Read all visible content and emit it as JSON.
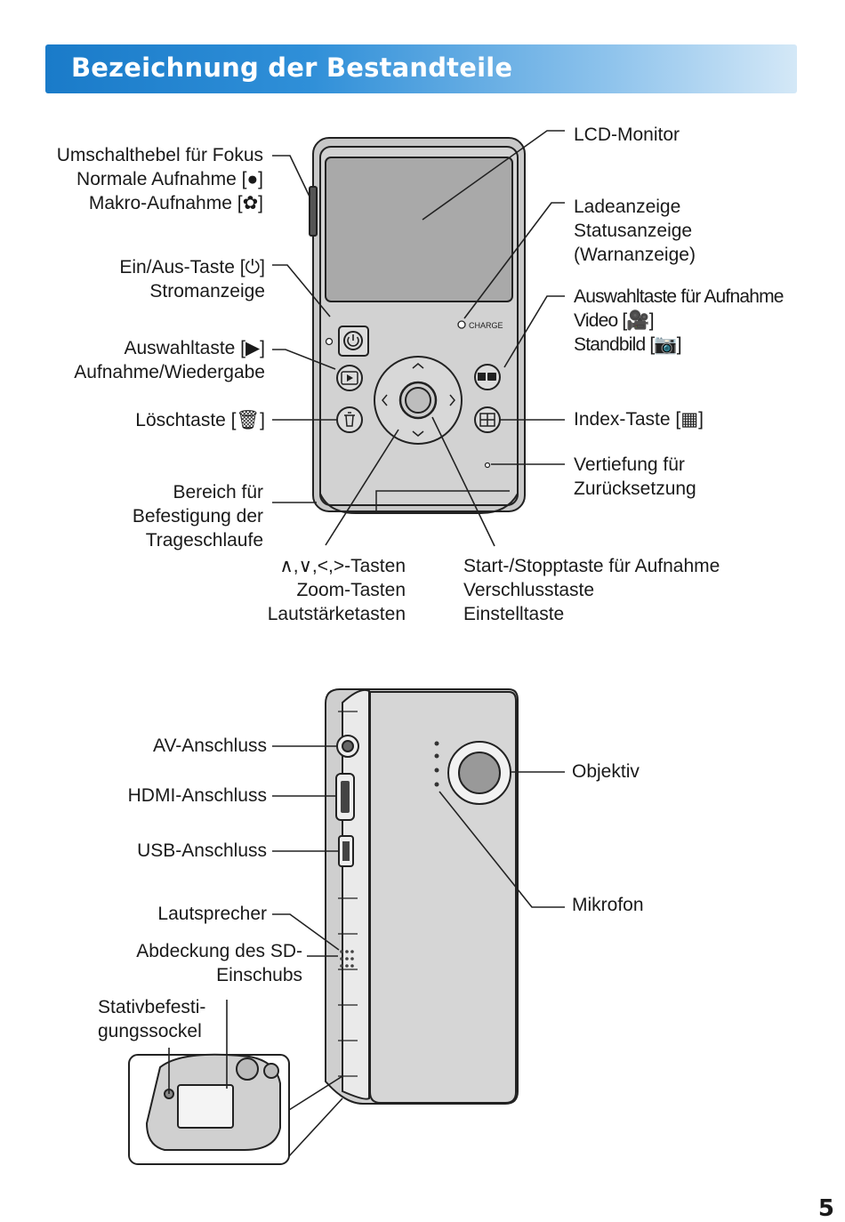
{
  "title": "Bezeichnung der Bestandteile",
  "front_labels": {
    "focus": [
      "Umschalthebel für Fokus",
      "Normale Aufnahme [●]",
      "Makro-Aufnahme [✿]"
    ],
    "power": [
      "Ein/Aus-Taste [⏻]",
      "Stromanzeige"
    ],
    "playback": [
      "Auswahltaste [▶]",
      "Aufnahme/Wiedergabe"
    ],
    "delete": "Löschtaste [🗑]",
    "strap": [
      "Bereich für",
      "Befestigung der",
      "Trageschlaufe"
    ],
    "arrows": [
      "∧,∨,<,>-Tasten",
      "Zoom-Tasten",
      "Lautstärketasten"
    ],
    "start": [
      "Start-/Stopptaste für Aufnahme",
      "Verschlusstaste",
      "Einstelltaste"
    ],
    "lcd": "LCD-Monitor",
    "charge": [
      "Ladeanzeige",
      "Statusanzeige",
      "(Warnanzeige)"
    ],
    "mode": [
      "Auswahltaste für Aufnahme",
      "Video [🎥]",
      "Standbild [📷]"
    ],
    "index": "Index-Taste [▦]",
    "reset": [
      "Vertiefung für",
      "Zurücksetzung"
    ],
    "charge_text": "CHARGE"
  },
  "back_labels": {
    "av": "AV-Anschluss",
    "hdmi": "HDMI-Anschluss",
    "usb": "USB-Anschluss",
    "speaker": "Lautsprecher",
    "sd": [
      "Abdeckung des SD-",
      "Einschubs"
    ],
    "tripod": [
      "Stativbefesti-",
      "gungssockel"
    ],
    "lens": "Objektiv",
    "mic": "Mikrofon"
  },
  "page_number": "5"
}
